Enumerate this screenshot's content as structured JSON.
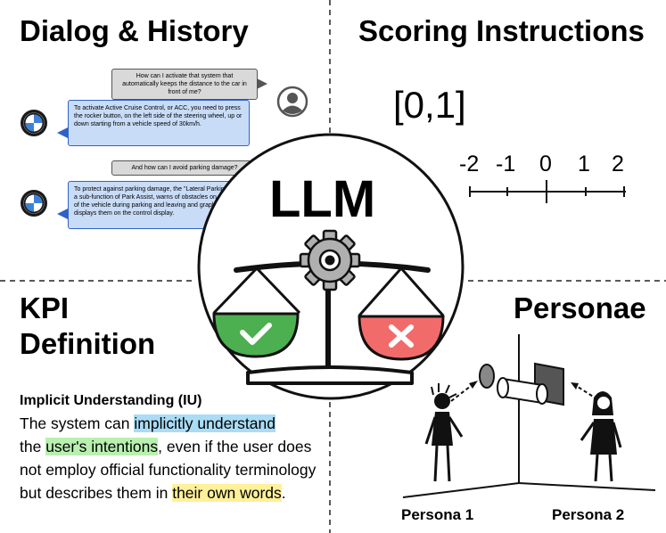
{
  "quadrants": {
    "dialog_title": "Dialog & History",
    "scoring_title": "Scoring Instructions",
    "kpi_title_line1": "KPI",
    "kpi_title_line2": "Definition",
    "personae_title": "Personae"
  },
  "dialog": {
    "messages": [
      {
        "role": "user",
        "text": "How can I activate that system that automatically keeps the distance to the car in front of me?"
      },
      {
        "role": "assistant",
        "text": "To activate Active Cruise Control, or ACC, you need to press the rocker button, on the left side of the steering wheel, up or down starting from a vehicle speed of 30km/h."
      },
      {
        "role": "user",
        "text": "And how can I avoid parking damage?"
      },
      {
        "role": "assistant",
        "text": "To protect against  parking damage, the \"Lateral Parking Aid\", a sub-function of Park Assist, warns of obstacles on the side of the vehicle during parking and leaving and graphically displays them on the control display."
      }
    ]
  },
  "scoring": {
    "range_label": "[0,1]",
    "scale_ticks": [
      "-2",
      "-1",
      "0",
      "1",
      "2"
    ]
  },
  "center": {
    "label": "LLM"
  },
  "kpi": {
    "heading": "Implicit Understanding (IU)",
    "part1": "The system can ",
    "hl1": "implicitly understand",
    "part2": "the ",
    "hl2": "user's intentions",
    "part3": ", even if the user does not employ official functionality terminology but describes them in ",
    "hl3": "their own words",
    "part4": "."
  },
  "personae": {
    "persona1": "Persona 1",
    "persona2": "Persona 2"
  },
  "colors": {
    "user_bubble": "#d9d9d9",
    "bot_bubble": "#c9dcf7",
    "bot_border": "#2f62c8",
    "accept": "#4caf50",
    "reject": "#f26b6b",
    "gear": "#b0b0b0"
  }
}
